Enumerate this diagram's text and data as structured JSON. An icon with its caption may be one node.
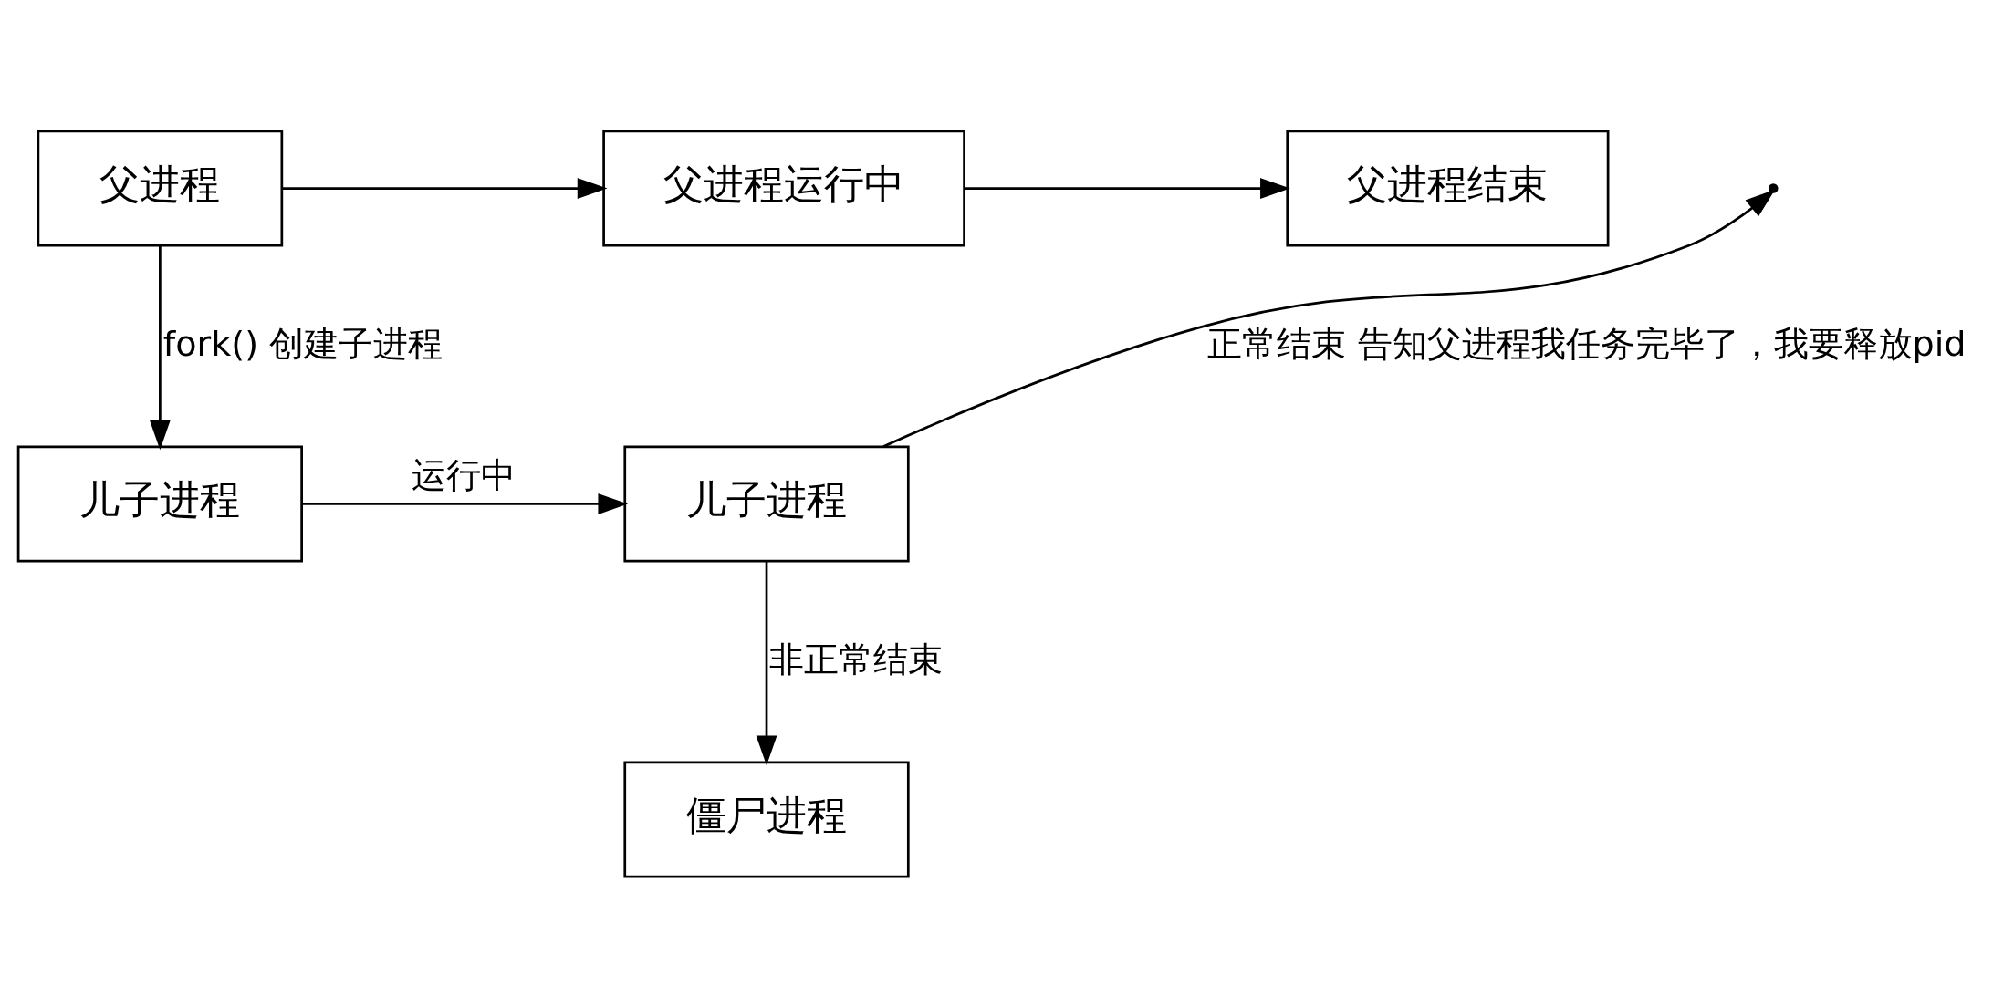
{
  "diagram": {
    "nodes": [
      {
        "text": [
          "父进程"
        ]
      },
      {
        "text": [
          "父进程运行中"
        ]
      },
      {
        "text": [
          "父进程结束"
        ]
      },
      {
        "text": [
          "儿子进程"
        ]
      },
      {
        "text": [
          "儿子进程"
        ]
      },
      {
        "text": [
          "僵尸进程"
        ]
      }
    ],
    "edges": [
      {
        "from": 0,
        "to": 1,
        "arrow": "to"
      },
      {
        "from": 1,
        "to": 2,
        "arrow": "to"
      },
      {
        "from": 0,
        "to": 3,
        "arrow": "to",
        "label": "fork() 创建子进程"
      },
      {
        "from": 3,
        "to": 4,
        "arrow": "to",
        "label": "运行中"
      },
      {
        "from": 4,
        "to": null,
        "arrow": "to",
        "label": "正常结束 告知父进程我任务完毕了，我要释放pid"
      },
      {
        "from": 4,
        "to": 5,
        "arrow": "to",
        "label": "非正常结束"
      }
    ]
  }
}
